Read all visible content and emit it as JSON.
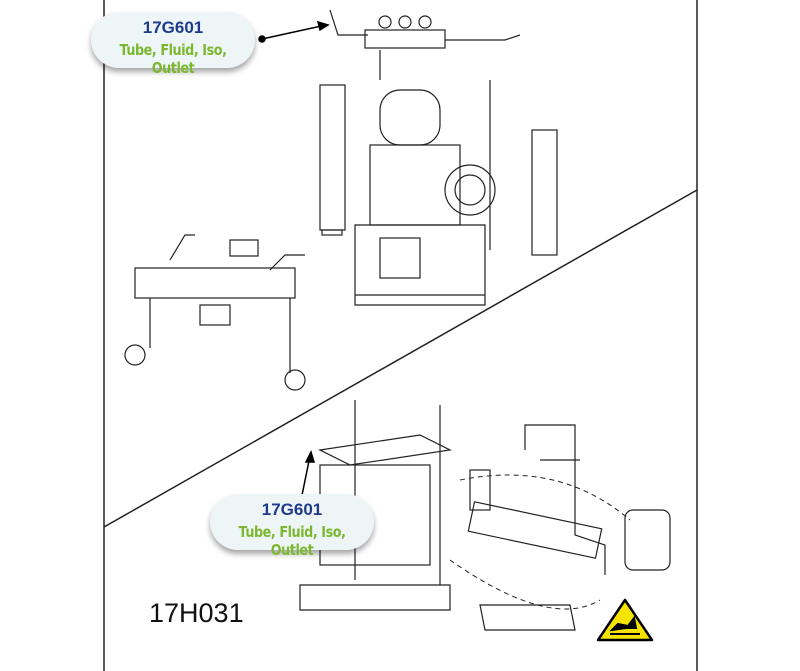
{
  "callouts": [
    {
      "part_number": "17G601",
      "description": "Tube, Fluid, Iso, Outlet"
    },
    {
      "part_number": "17G601",
      "description": "Tube, Fluid, Iso, Outlet"
    }
  ],
  "model_number": "17H031",
  "icons": {
    "warning": "hot-surface-warning-icon"
  },
  "colors": {
    "part_number": "#1f3a8a",
    "description": "#7cb82f",
    "callout_bg": "#eef5f7",
    "warning": "#f5e400"
  }
}
